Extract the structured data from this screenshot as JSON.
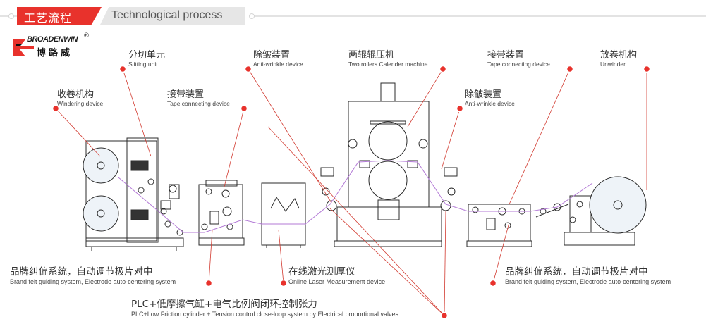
{
  "header": {
    "title_zh": "工艺流程",
    "title_en": "Technological process"
  },
  "logo": {
    "brand_en": "BROADENWIN",
    "brand_zh": "博路威",
    "registered": "®"
  },
  "labels": {
    "slitting": {
      "zh": "分切单元",
      "en": "Slitting unit"
    },
    "antiwrinkle_top": {
      "zh": "除皱装置",
      "en": "Anti-wrinkle device"
    },
    "calender": {
      "zh": "两辊辊压机",
      "en": "Two rollers Calender machine"
    },
    "tape_top": {
      "zh": "接带装置",
      "en": "Tape connecting device"
    },
    "unwinder": {
      "zh": "放卷机构",
      "en": "Unwinder"
    },
    "windering": {
      "zh": "收卷机构",
      "en": "Windering device"
    },
    "tape_left": {
      "zh": "接带装置",
      "en": "Tape connecting device"
    },
    "antiwrinkle_right": {
      "zh": "除皱装置",
      "en": "Anti-wrinkle device"
    }
  },
  "bottom": {
    "guiding_left": {
      "zh": "品牌纠偏系统，自动调节极片对中",
      "en": "Brand felt guiding system, Electrode auto-centering system"
    },
    "laser": {
      "zh": "在线激光测厚仪",
      "en": "Online Laser Measurement device"
    },
    "guiding_right": {
      "zh": "品牌纠偏系统，自动调节极片对中",
      "en": "Brand felt guiding system, Electrode auto-centering system"
    },
    "plc": {
      "zh": "PLC+低摩擦气缸+电气比例阀闭环控制张力",
      "en": "PLC+Low Friction cylinder + Tension control close-loop system by Electrical proportional valves"
    }
  },
  "colors": {
    "accent": "#e8322c",
    "line": "#8a8a8a",
    "machine": "#2b2b2b",
    "web": "#b37ad6"
  }
}
